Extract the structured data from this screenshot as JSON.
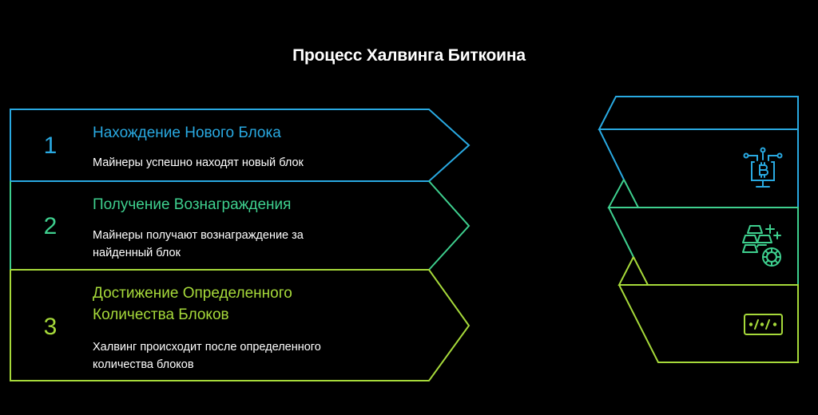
{
  "title": "Процесс Халвинга Биткоина",
  "colors": {
    "step1": "#29a9e1",
    "step2": "#3ecf8e",
    "step3": "#a6d93a",
    "background": "#000000",
    "text": "#ffffff"
  },
  "steps": [
    {
      "number": "1",
      "title": "Нахождение Нового Блока",
      "description": "Майнеры успешно находят новый блок",
      "icon": "bitcoin-monitor-icon"
    },
    {
      "number": "2",
      "title": "Получение Вознаграждения",
      "description": "Майнеры получают вознаграждение за найденный блок",
      "icon": "gold-bars-coin-icon"
    },
    {
      "number": "3",
      "title": "Достижение Определенного Количества Блоков",
      "description": "Халвинг происходит после определенного количества блоков",
      "icon": "code-sequence-icon"
    }
  ]
}
